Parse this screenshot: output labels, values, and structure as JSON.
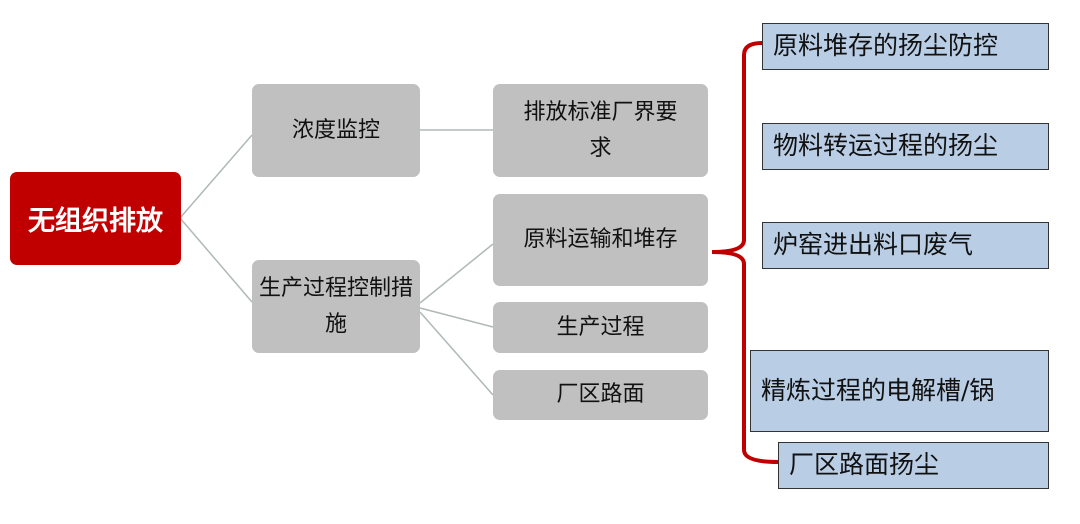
{
  "root": "无组织排放",
  "level1": [
    "浓度监控",
    "生产过程控制措施"
  ],
  "level2": [
    "排放标准厂界要求",
    "原料运输和堆存",
    "生产过程",
    "厂区路面"
  ],
  "level3": [
    "原料堆存的扬尘防控",
    "物料转运过程的扬尘",
    "炉窑进出料口废气",
    "精炼过程的电解槽/锅",
    "厂区路面扬尘"
  ],
  "colors": {
    "root": "#c00000",
    "node": "#c0c0c0",
    "leaf": "#b9cde5",
    "bracket": "#c00000",
    "connector": "#b0b8b8"
  }
}
